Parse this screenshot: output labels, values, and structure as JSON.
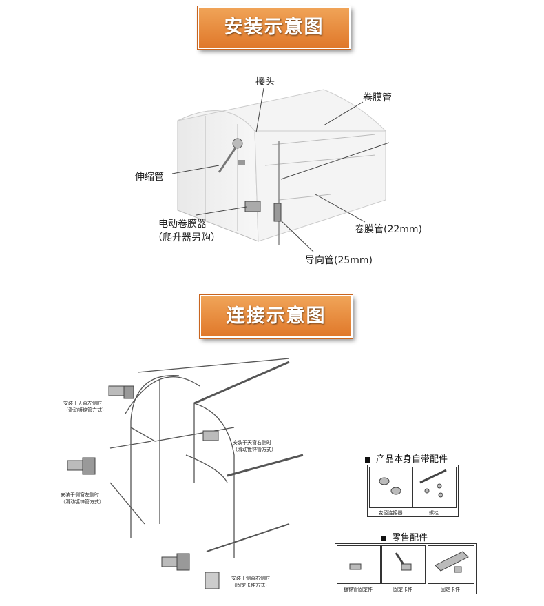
{
  "banner1": "安装示意图",
  "banner2": "连接示意图",
  "labels": {
    "joint": "接头",
    "film_tube": "卷膜管",
    "telescopic": "伸缩管",
    "motor": "电动卷膜器",
    "motor_note": "（爬升器另购）",
    "film_tube_22": "卷膜管(22mm)",
    "guide_tube": "导向管(25mm)"
  },
  "notes": {
    "roof_left": [
      "安装于天窗左侧时",
      "（滑动镀锌管方式）"
    ],
    "roof_right": [
      "安装于天窗右侧时",
      "（滑动镀锌管方式）"
    ],
    "side_left": [
      "安装于侧窗左侧时",
      "（滑动镀锌管方式）"
    ],
    "side_right": [
      "安装于侧窗右侧时",
      "（固定卡件方式）"
    ]
  },
  "section_included": "产品本身自带配件",
  "section_retail": "零售配件",
  "parts_included": [
    "变径连接器",
    "螺栓"
  ],
  "parts_retail": [
    "镀锌管固定件",
    "固定卡件",
    "固定卡件"
  ]
}
